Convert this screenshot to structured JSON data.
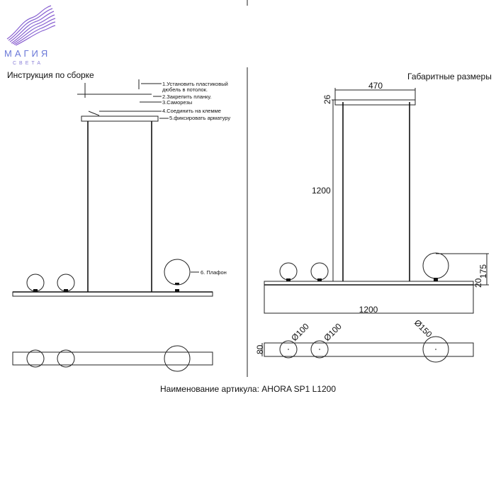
{
  "logo": {
    "name": "МАГИЯ",
    "sub": "СВЕТА",
    "accent": "#7a6fd0"
  },
  "left": {
    "title": "Инструкция по сборке",
    "steps": [
      "1.Установить пластиковый",
      "дюбель в потолок.",
      "2.Закрепить планку.",
      "3.Саморезы",
      "4.Соединить на клемме",
      "5.фиксировать арматуру",
      "6. Плафон"
    ]
  },
  "right": {
    "title": "Габаритные размеры",
    "dims": {
      "canopy_width": "470",
      "canopy_height": "26",
      "suspension": "1200",
      "length": "1200",
      "globe_height": "175",
      "bar_height": "20",
      "bar_width": "80",
      "d1": "Ø100",
      "d2": "Ø100",
      "d3": "Ø150"
    }
  },
  "caption": "Наименование артикула: AHORA SP1 L1200"
}
